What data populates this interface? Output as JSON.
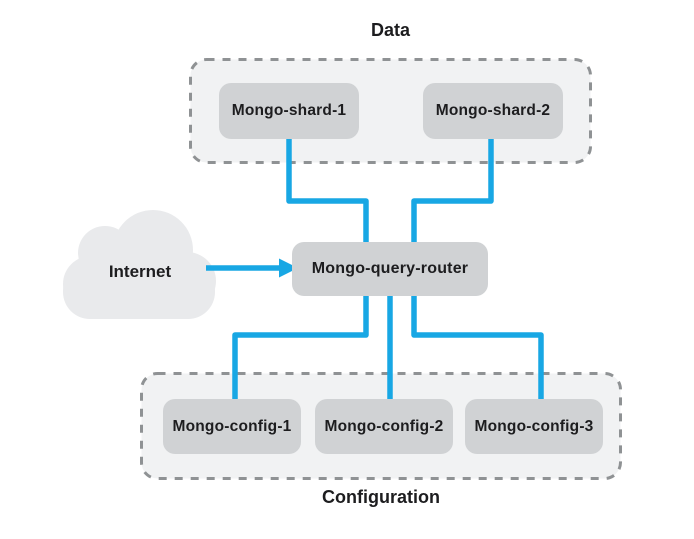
{
  "diagram": {
    "groups": {
      "data": {
        "label": "Data",
        "nodes": [
          {
            "label": "Mongo-shard-1"
          },
          {
            "label": "Mongo-shard-2"
          }
        ]
      },
      "configuration": {
        "label": "Configuration",
        "nodes": [
          {
            "label": "Mongo-config-1"
          },
          {
            "label": "Mongo-config-2"
          },
          {
            "label": "Mongo-config-3"
          }
        ]
      }
    },
    "router": {
      "label": "Mongo-query-router"
    },
    "internet": {
      "label": "Internet"
    },
    "icons": {
      "cloud": "internet-cloud-icon",
      "arrow": "right-arrow-icon"
    },
    "colors": {
      "connector_blue": "#18a7e4",
      "node_fill": "#d0d2d4",
      "group_fill": "#f1f2f3",
      "group_border": "#8f9294",
      "cloud_fill": "#e9eaec",
      "text": "#1d1d1f",
      "background": "#ffffff"
    }
  }
}
